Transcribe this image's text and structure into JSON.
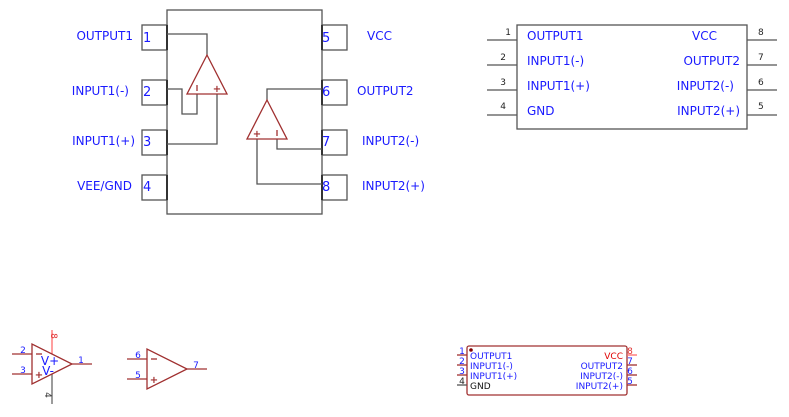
{
  "colors": {
    "pin_text": "#1a1aff",
    "outline": "#555555",
    "symbol": "#a03030",
    "power_pin": "#ff4d4d",
    "power_label": "#e00000",
    "body_fill": "#ffffff"
  },
  "dip_package": {
    "left_pins": [
      {
        "number": "1",
        "label": "OUTPUT1"
      },
      {
        "number": "2",
        "label": "INPUT1(-)"
      },
      {
        "number": "3",
        "label": "INPUT1(+)"
      },
      {
        "number": "4",
        "label": "VEE/GND"
      }
    ],
    "right_pins": [
      {
        "number": "5",
        "label": "VCC"
      },
      {
        "number": "6",
        "label": "OUTPUT2"
      },
      {
        "number": "7",
        "label": "INPUT2(-)"
      },
      {
        "number": "8",
        "label": "INPUT2(+)"
      }
    ],
    "opamp1": {
      "minus": "-",
      "plus": "+"
    },
    "opamp2": {
      "minus": "-",
      "plus": "+"
    }
  },
  "box_symbol": {
    "left_pins": [
      {
        "number": "1",
        "label": "OUTPUT1"
      },
      {
        "number": "2",
        "label": "INPUT1(-)"
      },
      {
        "number": "3",
        "label": "INPUT1(+)"
      },
      {
        "number": "4",
        "label": "GND"
      }
    ],
    "right_pins": [
      {
        "number": "8",
        "label": "VCC"
      },
      {
        "number": "7",
        "label": "OUTPUT2"
      },
      {
        "number": "6",
        "label": "INPUT2(-)"
      },
      {
        "number": "5",
        "label": "INPUT2(+)"
      }
    ]
  },
  "opamp_unit_a": {
    "pin_minus": "2",
    "pin_plus": "3",
    "pin_out": "1",
    "pin_vplus": "8",
    "pin_vminus": "4",
    "label_vplus": "V+",
    "label_vminus": "V-",
    "minus_sign": "−",
    "plus_sign": "+"
  },
  "opamp_unit_b": {
    "pin_minus": "6",
    "pin_plus": "5",
    "pin_out": "7",
    "minus_sign": "−",
    "plus_sign": "+"
  },
  "small_box_symbol": {
    "left_pins": [
      {
        "number": "1",
        "label": "OUTPUT1"
      },
      {
        "number": "2",
        "label": "INPUT1(-)"
      },
      {
        "number": "3",
        "label": "INPUT1(+)"
      },
      {
        "number": "4",
        "label": "GND"
      }
    ],
    "right_pins": [
      {
        "number": "8",
        "label": "VCC"
      },
      {
        "number": "7",
        "label": "OUTPUT2"
      },
      {
        "number": "6",
        "label": "INPUT2(-)"
      },
      {
        "number": "5",
        "label": "INPUT2(+)"
      }
    ]
  }
}
